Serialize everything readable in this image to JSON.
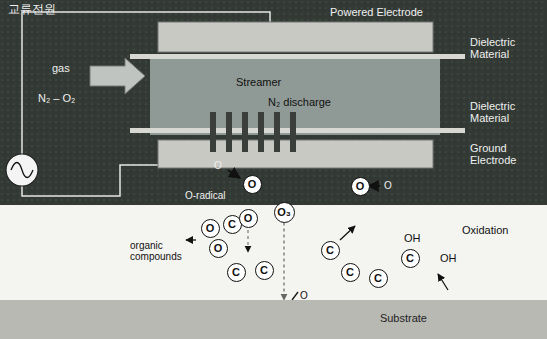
{
  "diagram": {
    "nodes": [
      {
        "text": [
          "O"
        ]
      },
      {
        "text": [
          "O"
        ]
      },
      {
        "text": [
          "O"
        ]
      },
      {
        "text": [
          "C"
        ]
      },
      {
        "text": [
          "O"
        ]
      },
      {
        "text": [
          "O"
        ]
      },
      {
        "text": [
          "O₃"
        ]
      },
      {
        "text": [
          "C"
        ]
      },
      {
        "text": [
          "C"
        ]
      },
      {
        "text": [
          "C"
        ]
      },
      {
        "text": [
          "C"
        ]
      },
      {
        "text": [
          "C"
        ]
      },
      {
        "text": [
          "C"
        ]
      },
      {
        "text": [
          "Substrate"
        ]
      }
    ],
    "edges": [
      {
        "from": 6,
        "to": 13,
        "arrow": "to"
      }
    ],
    "labels": [
      "교류전원",
      "Powered Electrode",
      "Dielectric Material",
      "gas",
      "N₂ – O₂",
      "Streamer",
      "N₂ discharge",
      "Dielectric Material",
      "Ground Electrode",
      "O-radical",
      "O",
      "O",
      "organic compounds",
      "OH",
      "Oxidation",
      "OH",
      "O"
    ]
  }
}
